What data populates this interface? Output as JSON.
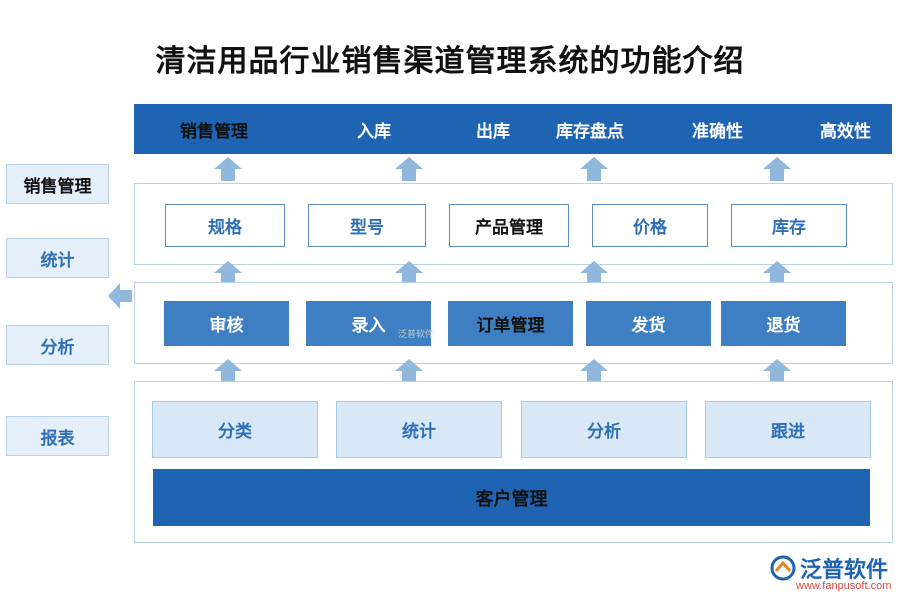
{
  "title": "清洁用品行业销售渠道管理系统的功能介绍",
  "top_bar": [
    "销售管理",
    "入库",
    "出库",
    "库存盘点",
    "准确性",
    "高效性"
  ],
  "product_row": [
    "规格",
    "型号",
    "产品管理",
    "价格",
    "库存"
  ],
  "order_row": [
    "审核",
    "录入",
    "订单管理",
    "发货",
    "退货"
  ],
  "customer_row": [
    "分类",
    "统计",
    "分析",
    "跟进"
  ],
  "customer_main": "客户管理",
  "sidebar": [
    "销售管理",
    "统计",
    "分析",
    "报表"
  ],
  "watermark": "泛普软件",
  "logo": {
    "name": "泛普软件",
    "url": "www.fanpusoft.com"
  },
  "colors": {
    "primary": "#1f63b3",
    "mid": "#3d7fc2",
    "light": "#d8e8f7",
    "arrow": "#8fb8dc"
  }
}
